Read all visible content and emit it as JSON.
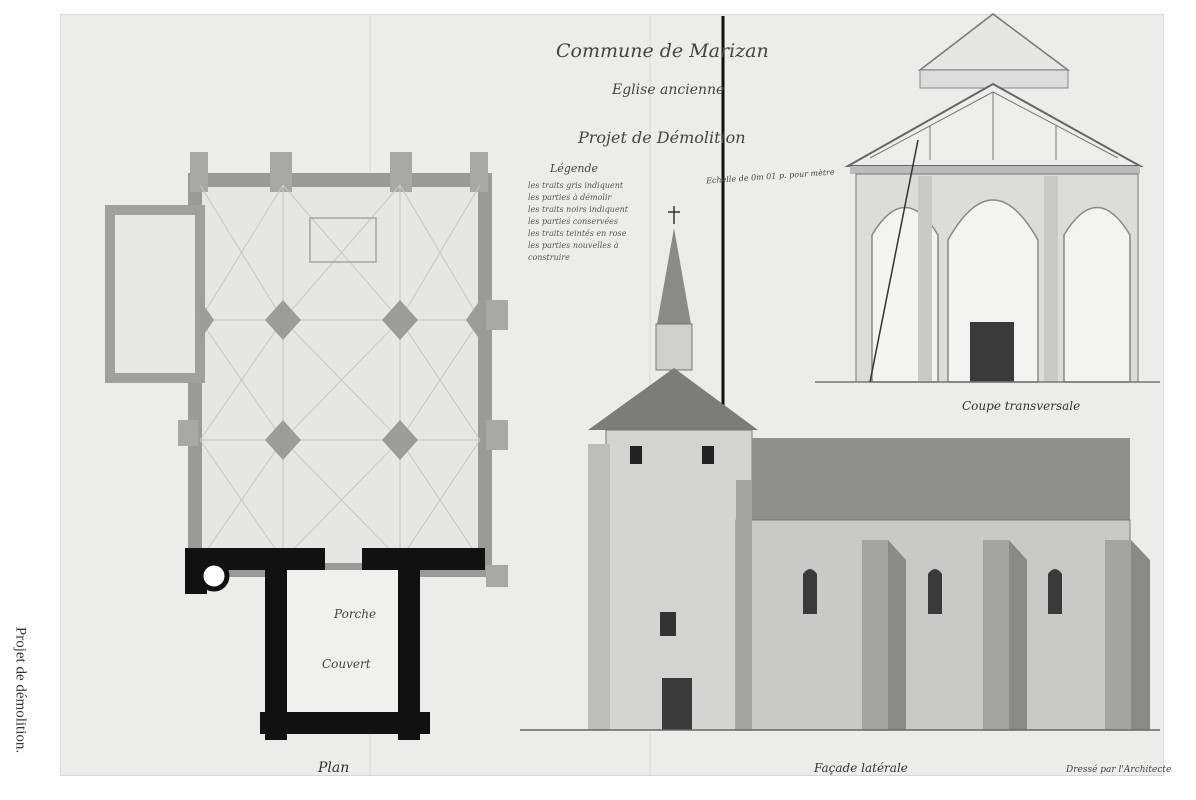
{
  "caption": "Projet de démolition.",
  "title": {
    "line1": "Commune de Marizan",
    "line2": "Eglise ancienne",
    "line3": "Projet de Démolition"
  },
  "legend": {
    "heading": "Légende",
    "lines": [
      "les traits gris indiquent",
      "les parties à démolir",
      "les traits noirs indiquent",
      "les parties conservées",
      "les traits teintés en rose",
      "les parties nouvelles à",
      "construire"
    ]
  },
  "scale_note": "Echelle de 0m 01 p. pour mètre",
  "labels": {
    "plan": "Plan",
    "coupe": "Coupe transversale",
    "facade": "Façade latérale",
    "signature": "Dressé par l'Architecte",
    "porch": "Porche",
    "chapel": "Couvert"
  }
}
